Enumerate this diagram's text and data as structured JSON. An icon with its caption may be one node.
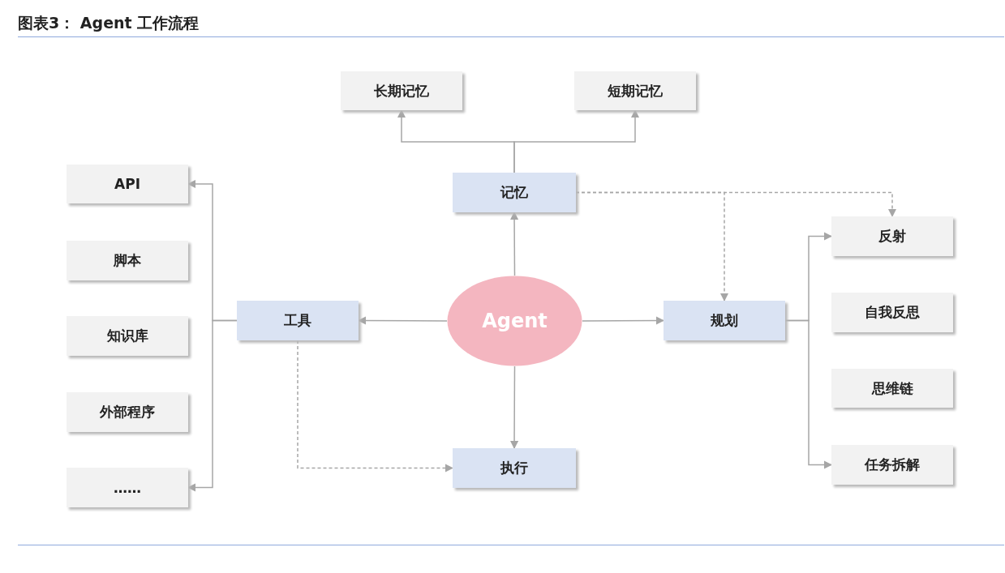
{
  "diagram": {
    "title": "图表3： Agent 工作流程",
    "nodes": [
      {
        "text": [
          "长期记忆"
        ]
      },
      {
        "text": [
          "短期记忆"
        ]
      },
      {
        "text": [
          "API"
        ]
      },
      {
        "text": [
          "记忆"
        ]
      },
      {
        "text": [
          "反射"
        ]
      },
      {
        "text": [
          "脚本"
        ]
      },
      {
        "text": [
          "工具"
        ]
      },
      {
        "text": [
          "Agent"
        ]
      },
      {
        "text": [
          "规划"
        ]
      },
      {
        "text": [
          "知识库"
        ]
      },
      {
        "text": [
          "自我反思"
        ]
      },
      {
        "text": [
          "思维链"
        ]
      },
      {
        "text": [
          "外部程序"
        ]
      },
      {
        "text": [
          "执行"
        ]
      },
      {
        "text": [
          "……"
        ]
      },
      {
        "text": [
          "任务拆解"
        ]
      }
    ],
    "edges": [
      {
        "from": 3,
        "to": 0,
        "arrow": "to"
      },
      {
        "from": 3,
        "to": 1,
        "arrow": "to"
      },
      {
        "from": 7,
        "to": 3,
        "arrow": "to"
      },
      {
        "from": 7,
        "to": 6,
        "arrow": "to"
      },
      {
        "from": 7,
        "to": 8,
        "arrow": "to"
      },
      {
        "from": 7,
        "to": 13,
        "arrow": "to"
      },
      {
        "from": 6,
        "to": 2,
        "arrow": "to"
      },
      {
        "from": 6,
        "to": 14,
        "arrow": "to"
      },
      {
        "from": 8,
        "to": 4,
        "arrow": "to"
      },
      {
        "from": 8,
        "to": 15,
        "arrow": "to"
      },
      {
        "from": 3,
        "to": 4,
        "arrow": "to",
        "style": "dashed"
      },
      {
        "from": 3,
        "to": 8,
        "arrow": "to",
        "style": "dashed"
      },
      {
        "from": 6,
        "to": 13,
        "arrow": "to",
        "style": "dashed"
      }
    ]
  }
}
